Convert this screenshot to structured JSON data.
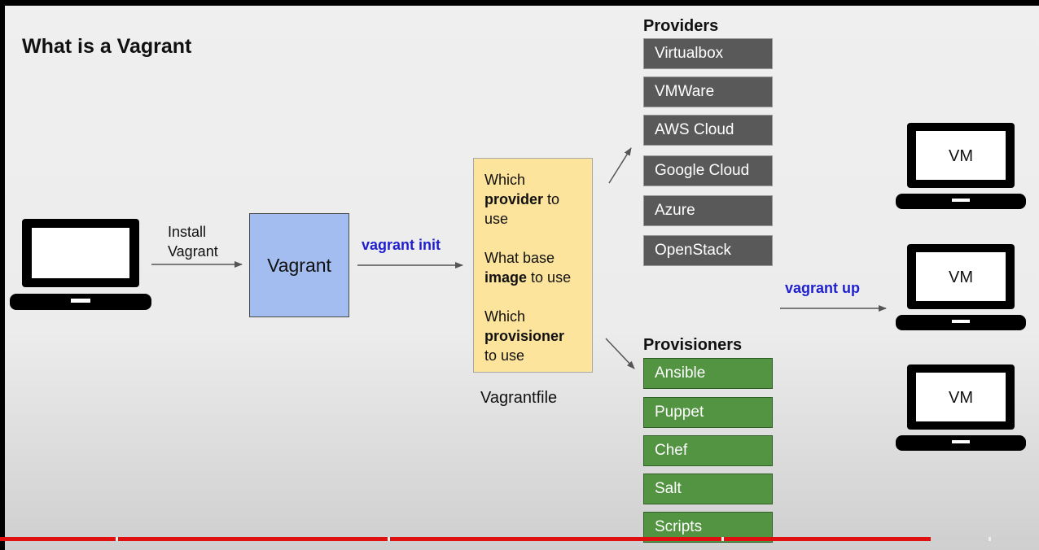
{
  "title": "What is a Vagrant",
  "install_label": [
    "Install",
    "Vagrant"
  ],
  "vagrant_box_label": "Vagrant",
  "commands": {
    "init": "vagrant init",
    "up": "vagrant up"
  },
  "vagrantfile": {
    "label": "Vagrantfile",
    "q1": {
      "pre": "Which",
      "bold": "provider",
      "post": "to use"
    },
    "q2": {
      "pre": "What base",
      "bold": "image",
      "post": "to use"
    },
    "q3": {
      "pre": "Which",
      "bold": "provisioner",
      "post": "to use"
    }
  },
  "providers": {
    "heading": "Providers",
    "items": [
      "Virtualbox",
      "VMWare",
      "AWS Cloud",
      "Google Cloud",
      "Azure",
      "OpenStack"
    ]
  },
  "provisioners": {
    "heading": "Provisioners",
    "items": [
      "Ansible",
      "Puppet",
      "Chef",
      "Salt",
      "Scripts"
    ]
  },
  "vms": [
    "VM",
    "VM",
    "VM"
  ],
  "colors": {
    "vagrant_box": "#a4bdf0",
    "vagrantfile_box": "#fde49c",
    "provider_item": "#595959",
    "provisioner_item": "#529441",
    "command_text": "#1f1fd0",
    "video_progress": "#e01010"
  }
}
